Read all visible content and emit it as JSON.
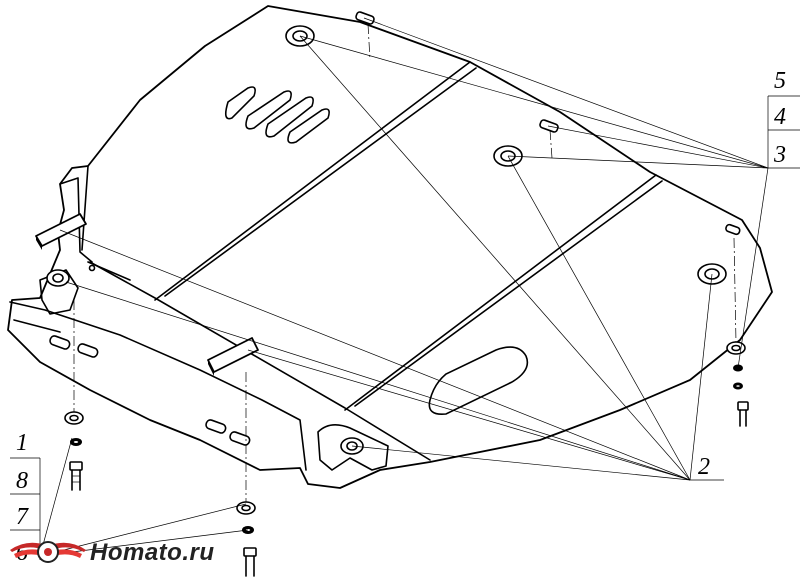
{
  "diagram": {
    "callouts": {
      "right_stack": [
        "5",
        "4",
        "3"
      ],
      "right_bottom": "2",
      "left_stack": [
        "1",
        "8",
        "7",
        "6"
      ]
    }
  },
  "logo": {
    "text": "Homato.ru"
  }
}
